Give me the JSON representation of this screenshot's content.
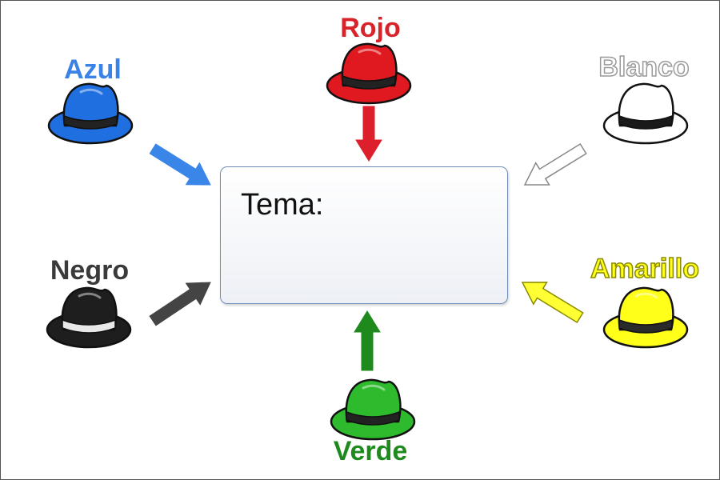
{
  "topic_box": {
    "label": "Tema:"
  },
  "hats": [
    {
      "key": "azul",
      "label": "Azul",
      "color": "#1f6fe0",
      "band": "#222222",
      "label_color": "#3a82e6",
      "arrow_color": "#3a86e8",
      "arrow_outline": false,
      "label_outline": false
    },
    {
      "key": "rojo",
      "label": "Rojo",
      "color": "#e01820",
      "band": "#222222",
      "label_color": "#d9232a",
      "arrow_color": "#dc1f2a",
      "arrow_outline": false,
      "label_outline": false
    },
    {
      "key": "blanco",
      "label": "Blanco",
      "color": "#ffffff",
      "band": "#1a1a1a",
      "label_color": "#ffffff",
      "arrow_color": "#ffffff",
      "arrow_outline": true,
      "label_outline": true
    },
    {
      "key": "negro",
      "label": "Negro",
      "color": "#1e1e1e",
      "band": "#e8e8e8",
      "label_color": "#3a3a3a",
      "arrow_color": "#444444",
      "arrow_outline": false,
      "label_outline": false
    },
    {
      "key": "amarillo",
      "label": "Amarillo",
      "color": "#ffff1a",
      "band": "#2a2a2a",
      "label_color": "#ffff1a",
      "arrow_color": "#ffff33",
      "arrow_outline": true,
      "label_outline": true
    },
    {
      "key": "verde",
      "label": "Verde",
      "color": "#2dbb2d",
      "band": "#222222",
      "label_color": "#1e8a1e",
      "arrow_color": "#1e8a1e",
      "arrow_outline": false,
      "label_outline": false
    }
  ]
}
